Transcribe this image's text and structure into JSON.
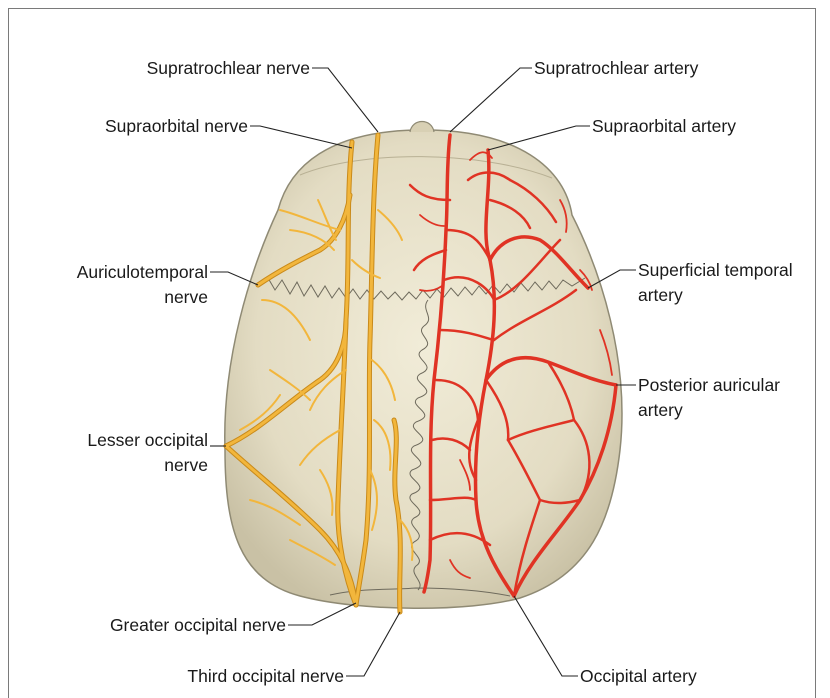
{
  "labels": {
    "supratrochlear_nerve": "Supratrochlear nerve",
    "supraorbital_nerve": "Supraorbital nerve",
    "auriculotemporal_nerve_1": "Auriculotemporal",
    "auriculotemporal_nerve_2": "nerve",
    "lesser_occipital_nerve_1": "Lesser occipital",
    "lesser_occipital_nerve_2": "nerve",
    "greater_occipital_nerve": "Greater occipital nerve",
    "third_occipital_nerve": "Third occipital nerve",
    "supratrochlear_artery": "Supratrochlear artery",
    "supraorbital_artery": "Supraorbital artery",
    "superficial_temporal_artery_1": "Superficial temporal",
    "superficial_temporal_artery_2": "artery",
    "posterior_auricular_artery_1": "Posterior auricular",
    "posterior_auricular_artery_2": "artery",
    "occipital_artery": "Occipital artery"
  },
  "colors": {
    "skull": "#e6e0c9",
    "skull_outline": "#8f8a74",
    "nerve": "#f2b63c",
    "nerve_outline": "#c98a1a",
    "artery": "#e03324",
    "suture": "#6e6a5c",
    "leader": "#222222"
  }
}
